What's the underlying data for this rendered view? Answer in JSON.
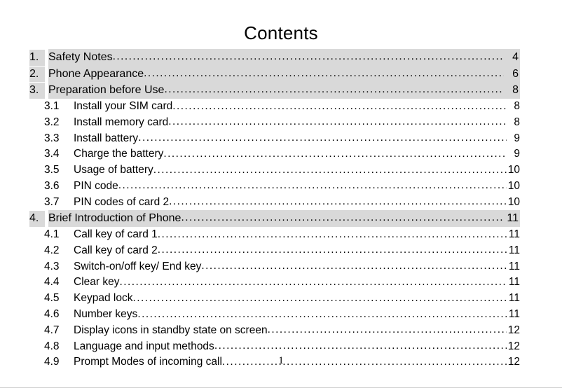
{
  "document": {
    "title": "Contents",
    "page_number": "1"
  },
  "toc": {
    "entries": [
      {
        "level": 1,
        "number": "1.",
        "label": "Safety Notes",
        "page": "4"
      },
      {
        "level": 1,
        "number": "2.",
        "label": "Phone Appearance",
        "page": "6"
      },
      {
        "level": 1,
        "number": "3.",
        "label": "Preparation before Use",
        "page": "8"
      },
      {
        "level": 2,
        "number": "3.1",
        "label": "Install your SIM card",
        "page": "8"
      },
      {
        "level": 2,
        "number": "3.2",
        "label": "Install memory card",
        "page": "8"
      },
      {
        "level": 2,
        "number": "3.3",
        "label": "Install battery",
        "page": "9"
      },
      {
        "level": 2,
        "number": "3.4",
        "label": "Charge the battery",
        "page": "9"
      },
      {
        "level": 2,
        "number": "3.5",
        "label": "Usage of battery",
        "page": "10"
      },
      {
        "level": 2,
        "number": "3.6",
        "label": "PIN code",
        "page": "10"
      },
      {
        "level": 2,
        "number": "3.7",
        "label": "PIN codes of card 2",
        "page": "10"
      },
      {
        "level": 1,
        "number": "4.",
        "label": "Brief Introduction of Phone",
        "page": "11"
      },
      {
        "level": 2,
        "number": "4.1",
        "label": "Call key of card 1",
        "page": "11"
      },
      {
        "level": 2,
        "number": "4.2",
        "label": "Call key of card 2",
        "page": "11"
      },
      {
        "level": 2,
        "number": "4.3",
        "label": "Switch-on/off key/ End key",
        "page": "11"
      },
      {
        "level": 2,
        "number": "4.4",
        "label": "Clear key",
        "page": "11"
      },
      {
        "level": 2,
        "number": "4.5",
        "label": "Keypad lock",
        "page": "11"
      },
      {
        "level": 2,
        "number": "4.6",
        "label": "Number keys",
        "page": "11"
      },
      {
        "level": 2,
        "number": "4.7",
        "label": "Display icons in standby state on screen",
        "page": "12"
      },
      {
        "level": 2,
        "number": "4.8",
        "label": "Language and input methods",
        "page": "12"
      },
      {
        "level": 2,
        "number": "4.9",
        "label": "Prompt Modes of incoming call",
        "page": "12"
      }
    ]
  },
  "style": {
    "highlight_color": "#d9d9d9",
    "text_color": "#000000",
    "page_background": "#ffffff"
  }
}
